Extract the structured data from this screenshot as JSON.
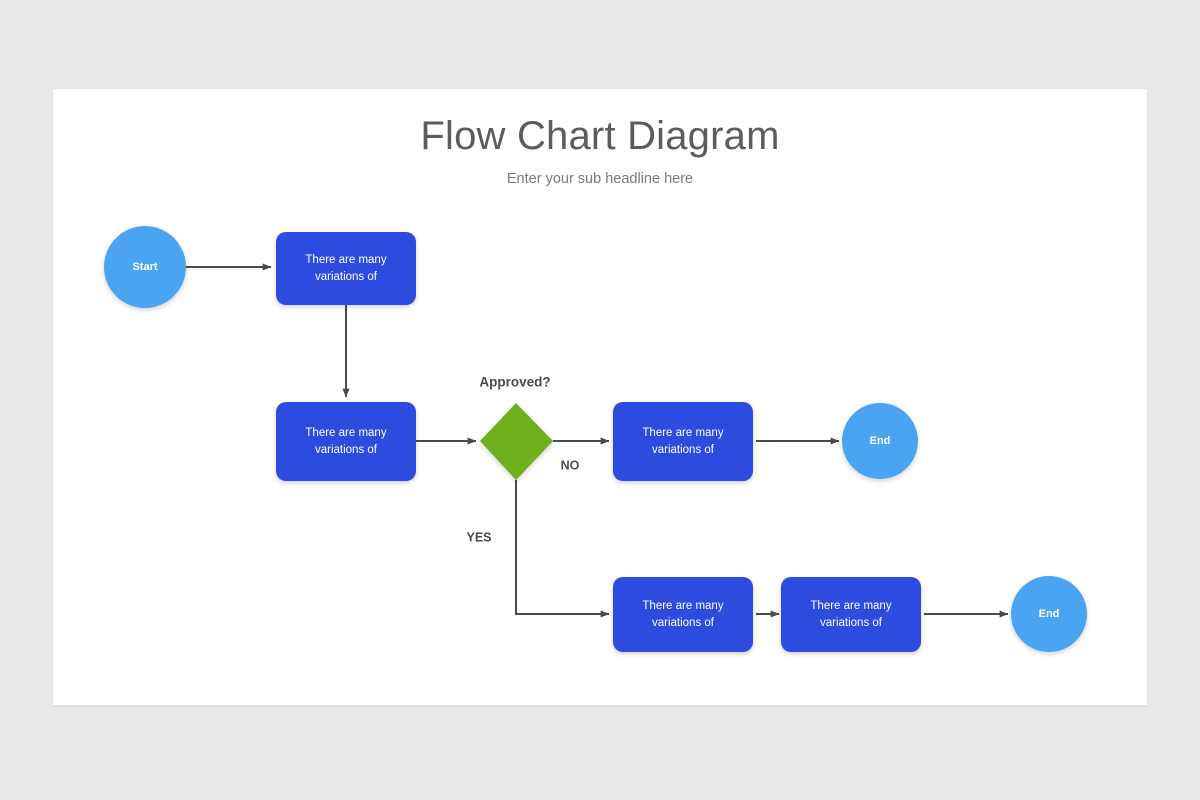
{
  "slide": {
    "title": "Flow Chart Diagram",
    "subtitle": "Enter your sub headline here",
    "background_color": "#e8e8e8",
    "canvas_color": "#ffffff"
  },
  "palette": {
    "terminator": "#4ba4f2",
    "process": "#2d4be0",
    "decision": "#6db01d",
    "connector": "#4a4a4a",
    "title_text": "#5c5c5c",
    "subtitle_text": "#7a7a7a",
    "node_text": "#ffffff"
  },
  "nodes": {
    "start": {
      "label": "Start",
      "shape": "circle",
      "color": "#4ba4f2"
    },
    "process_1": {
      "label_line_1": "There are many",
      "label_line_2": "variations of",
      "shape": "rounded-rect",
      "color": "#2d4be0"
    },
    "process_2": {
      "label_line_1": "There are many",
      "label_line_2": "variations of",
      "shape": "rounded-rect",
      "color": "#2d4be0"
    },
    "decision": {
      "caption": "Approved?",
      "shape": "diamond",
      "color": "#6db01d"
    },
    "process_no": {
      "label_line_1": "There are many",
      "label_line_2": "variations of",
      "shape": "rounded-rect",
      "color": "#2d4be0"
    },
    "end_no": {
      "label": "End",
      "shape": "circle",
      "color": "#4ba4f2"
    },
    "process_yes_1": {
      "label_line_1": "There are many",
      "label_line_2": "variations of",
      "shape": "rounded-rect",
      "color": "#2d4be0"
    },
    "process_yes_2": {
      "label_line_1": "There are many",
      "label_line_2": "variations of",
      "shape": "rounded-rect",
      "color": "#2d4be0"
    },
    "end_yes": {
      "label": "End",
      "shape": "circle",
      "color": "#4ba4f2"
    }
  },
  "edges": {
    "no_label": "NO",
    "yes_label": "YES"
  }
}
